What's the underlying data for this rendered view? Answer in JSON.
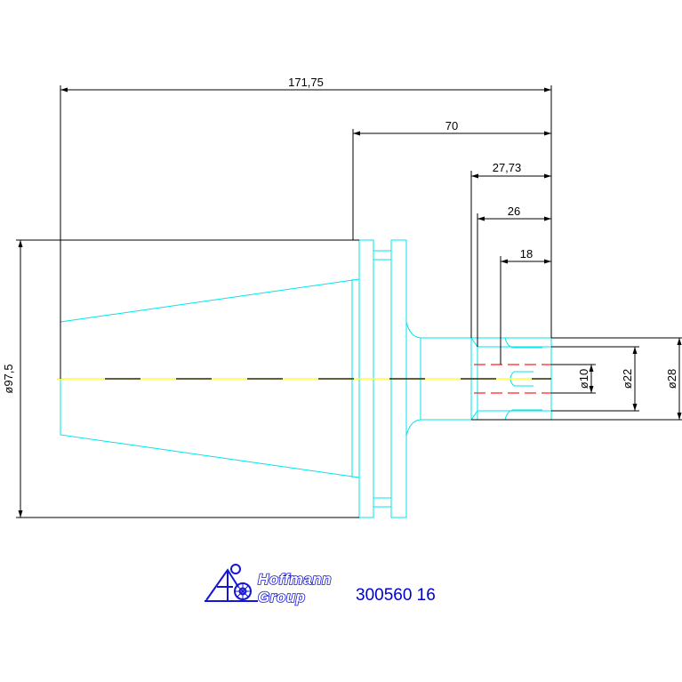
{
  "colors": {
    "outline": "#00e5ee",
    "dimension": "#000000",
    "centerline": "#ffff33",
    "collet": "#ff2222",
    "brand": "#1515d6"
  },
  "dimensions": {
    "overall_length": "171,75",
    "flange_to_end": "70",
    "nut_length": "27,73",
    "collet_length": "26",
    "clamp_length": "18",
    "taper_diameter": "ø97,5",
    "bore_diameter": "ø10",
    "collet_diameter": "ø22",
    "nut_diameter": "ø28"
  },
  "logo": {
    "line1": "Hoffmann",
    "line2": "Group",
    "icon": "hoffmann-group-logo-icon"
  },
  "part_number": "300560 16"
}
